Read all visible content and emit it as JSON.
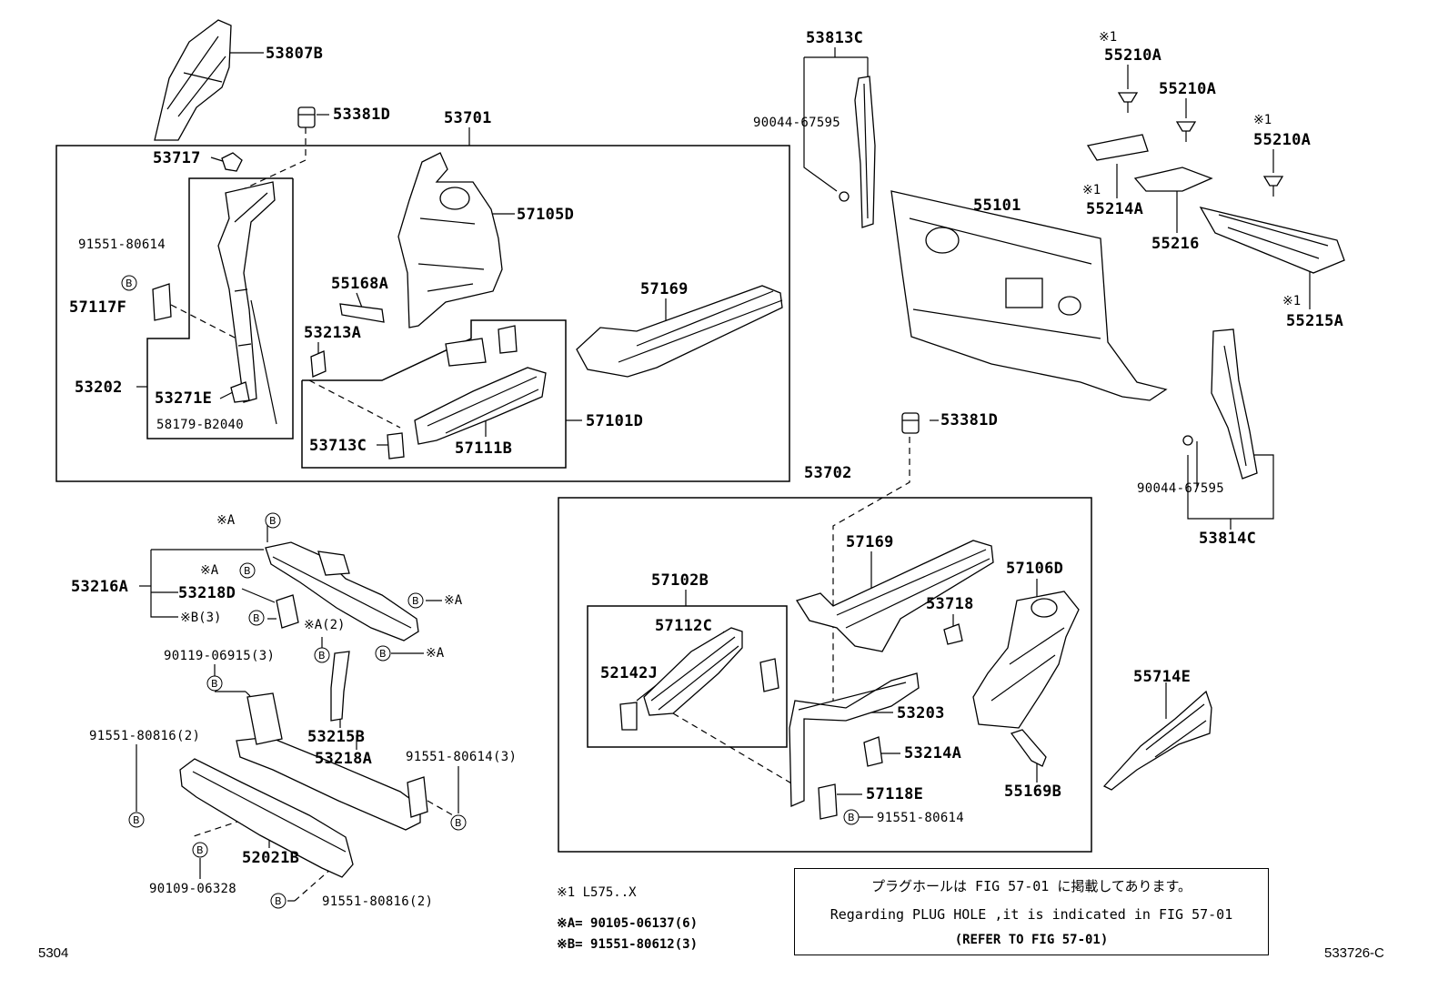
{
  "labels": {
    "p53807B": "53807B",
    "p53381D_a": "53381D",
    "p53701": "53701",
    "p53717": "53717",
    "p57105D": "57105D",
    "p91551_80614_a": "91551-80614",
    "p57117F": "57117F",
    "p55168A": "55168A",
    "p53213A": "53213A",
    "p57169_a": "57169",
    "p53202": "53202",
    "p53271E": "53271E",
    "p58179_B2040": "58179-B2040",
    "p53713C": "53713C",
    "p57111B": "57111B",
    "p57101D": "57101D",
    "p53813C": "53813C",
    "p90044_67595_a": "90044-67595",
    "p55101": "55101",
    "p55210A_a": "55210A",
    "p55210A_b": "55210A",
    "p55210A_c": "55210A",
    "p55214A": "55214A",
    "p55216": "55216",
    "p55215A": "55215A",
    "p53381D_b": "53381D",
    "p53702": "53702",
    "p90044_67595_b": "90044-67595",
    "p53814C": "53814C",
    "p53216A": "53216A",
    "p53218D": "53218D",
    "p90119_06915": "90119-06915(3)",
    "p53215B": "53215B",
    "p53218A": "53218A",
    "p91551_80816_a": "91551-80816(2)",
    "p91551_80614_b": "91551-80614(3)",
    "p52021B": "52021B",
    "p90109_06328": "90109-06328",
    "p91551_80816_b": "91551-80816(2)",
    "p57102B": "57102B",
    "p57112C": "57112C",
    "p52142J": "52142J",
    "p57169_b": "57169",
    "p57106D": "57106D",
    "p53718": "53718",
    "p53203": "53203",
    "p53214A": "53214A",
    "p57118E": "57118E",
    "p91551_80614_c": "91551-80614",
    "p55169B": "55169B",
    "p55714E": "55714E"
  },
  "refs": {
    "a1": "※A",
    "a2": "※A",
    "a3": "※A",
    "a4": "※A",
    "a5": "※A(2)",
    "b3": "※B(3)",
    "m1": "※1",
    "m2": "※1",
    "m3": "※1",
    "m4": "※1",
    "circle_b": "B"
  },
  "notes": {
    "n1": "※1 L575..X",
    "nA": "※A= 90105-06137(6)",
    "nB": "※B= 91551-80612(3)"
  },
  "plug_hole": {
    "jp": "プラグホールは FIG 57-01 に掲載してあります。",
    "en": "Regarding PLUG HOLE ,it is indicated in FIG 57-01",
    "ref": "(REFER TO FIG 57-01)"
  },
  "corner": {
    "page": "5304",
    "fig": "533726-C"
  }
}
